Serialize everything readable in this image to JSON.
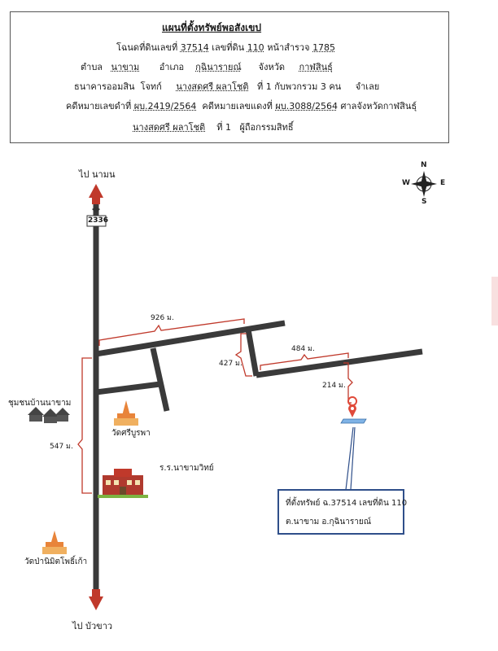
{
  "header": {
    "title": "แผนที่ตั้งทรัพย์พอสังเขป",
    "line1_a": "โฉนดที่ดินเลขที่",
    "deed_no": "37514",
    "line1_b": "เลขที่ดิน",
    "land_no": "110",
    "line1_c": "หน้าสำรวจ",
    "survey_page": "1785",
    "line2_a": "ตำบล",
    "tambon": "นาขาม",
    "line2_b": "อำเภอ",
    "amphoe": "กุฉินารายณ์",
    "line2_c": "จังหวัด",
    "province": "กาฬสินธุ์",
    "line3_a": "ธนาคารออมสิน",
    "line3_b": "โจทก์",
    "owner": "นางสดศรี ผลาโชติ",
    "line3_c": "ที่ 1 กับพวกรวม 3 คน",
    "line3_d": "จำเลย",
    "line4_a": "คดีหมายเลขดำที่",
    "black_case": "ผบ.2419/2564",
    "line4_b": "คดีหมายเลขแดงที่",
    "red_case": "ผบ.3088/2564",
    "line4_c": "ศาลจังหวัดกาฬสินธุ์",
    "line5_owner": "นางสดศรี ผลาโชติ",
    "line5_b": "ที่ 1",
    "line5_c": "ผู้ถือกรรมสิทธิ์"
  },
  "map": {
    "to_north": "ไป นามน",
    "to_south": "ไป บัวขาว",
    "route_no": "2336",
    "dist_926": "926 ม.",
    "dist_427": "427 ม.",
    "dist_484": "484 ม.",
    "dist_214": "214 ม.",
    "dist_547": "547 ม.",
    "community": "ชุมชนบ้านนาขาม",
    "temple1": "วัดศรีบูรพา",
    "school": "ร.ร.นาขามวิทย์",
    "temple2": "วัดป่านิมิตโพธิ์เก้า",
    "compass": {
      "n": "N",
      "s": "S",
      "e": "E",
      "w": "W"
    },
    "road_color": "#3a3a3a",
    "dim_color": "#c0392b",
    "box_color": "#2f4f8a"
  },
  "info_box": {
    "line1": "ที่ตั้งทรัพย์ ฉ.37514  เลขที่ดิน 110",
    "line2": "ต.นาขาม อ.กุฉินารายณ์"
  }
}
